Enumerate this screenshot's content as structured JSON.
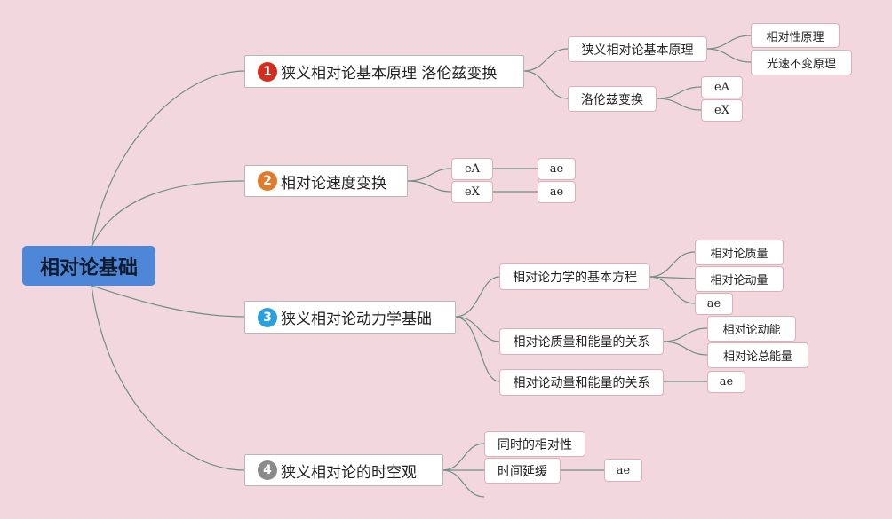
{
  "root": {
    "label": "相对论基础",
    "color": "#4f87d8"
  },
  "branches": [
    {
      "number": "1",
      "badge_color": "#d42d1e",
      "label": "狭义相对论基本原理 洛伦兹变换",
      "children": [
        {
          "label": "狭义相对论基本原理",
          "children": [
            "相对性原理",
            "光速不变原理"
          ]
        },
        {
          "label": "洛伦兹变换",
          "children": [
            "eA",
            "eX"
          ]
        }
      ]
    },
    {
      "number": "2",
      "badge_color": "#e07b2c",
      "label": "相对论速度变换",
      "children": [
        {
          "label": "eA",
          "children": [
            "ae"
          ]
        },
        {
          "label": "eX",
          "children": [
            "ae"
          ]
        }
      ]
    },
    {
      "number": "3",
      "badge_color": "#2a9fde",
      "label": "狭义相对论动力学基础",
      "children": [
        {
          "label": "相对论力学的基本方程",
          "children": [
            "相对论质量",
            "相对论动量",
            "ae"
          ]
        },
        {
          "label": "相对论质量和能量的关系",
          "children": [
            "相对论动能",
            "相对论总能量"
          ]
        },
        {
          "label": "相对论动量和能量的关系",
          "children": [
            "ae"
          ]
        }
      ]
    },
    {
      "number": "4",
      "badge_color": "#8a8a8a",
      "label": "狭义相对论的时空观",
      "children": [
        {
          "label": "同时的相对性",
          "children": []
        },
        {
          "label": "时间延缓",
          "children": [
            "ae"
          ]
        },
        {
          "label": "",
          "children": []
        }
      ]
    }
  ],
  "colors": {
    "background": "#f2d7df",
    "line": "#6f8f86"
  }
}
